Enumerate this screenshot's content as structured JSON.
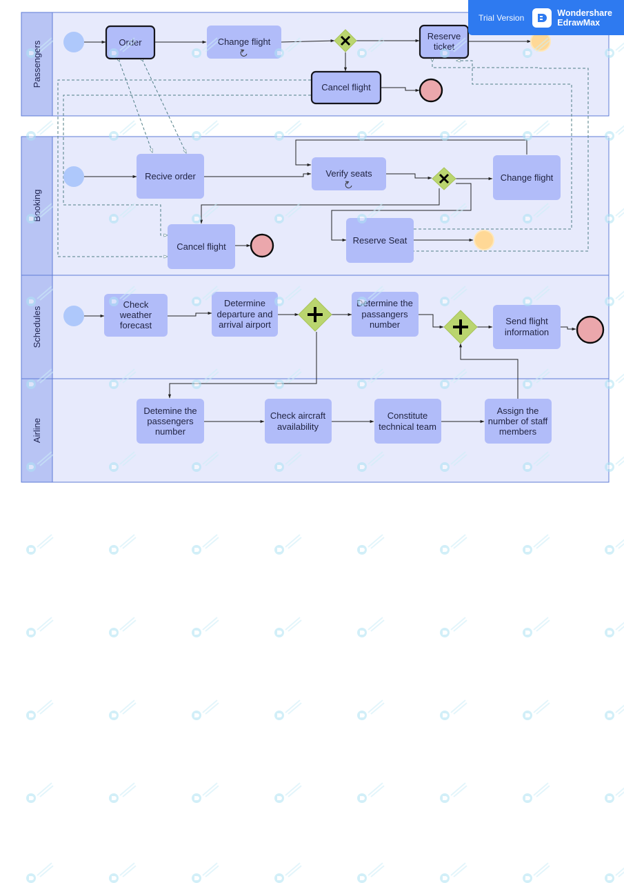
{
  "banner": {
    "trial_label": "Trial Version",
    "brand_name": "Wondershare",
    "brand_product": "EdrawMax",
    "accent": "#2e7af0"
  },
  "lanes": [
    "Passengers",
    "Booking",
    "Schedules",
    "Airline"
  ],
  "tasks": {
    "p_order": "Order",
    "p_change_flight": "Change flight",
    "p_reserve_ticket": [
      "Reserve",
      "ticket"
    ],
    "p_cancel_flight": "Cancel flight",
    "b_recive_order": "Recive order",
    "b_verify_seats": "Verify seats",
    "b_change_flight": "Change flight",
    "b_cancel_flight": "Cancel flight",
    "b_reserve_seat": "Reserve Seat",
    "s_check_weather": [
      "Check",
      "weather",
      "forecast"
    ],
    "s_determine_airports": [
      "Determine",
      "departure and",
      "arrival airport"
    ],
    "s_determine_passangers": [
      "Determine the",
      "passangers",
      "number"
    ],
    "s_send_flight_info": [
      "Send flight",
      "information"
    ],
    "a_detemine_passengers": [
      "Detemine the",
      "passengers",
      "number"
    ],
    "a_check_aircraft": [
      "Check aircraft",
      "availability"
    ],
    "a_constitute_team": [
      "Constitute",
      "technical team"
    ],
    "a_assign_staff": [
      "Assign the",
      "number of staff",
      "members"
    ]
  },
  "colors": {
    "lane_fill": "#e7eafc",
    "task_fill": "#b1bcf9",
    "start_event": "#aec8fb",
    "end_event": "#eba7ac",
    "intermediate_event": "#ffd896",
    "gateway": "#bad56f"
  },
  "icons": {
    "exclusive_gateway": "x-gateway-icon",
    "parallel_gateway": "plus-gateway-icon",
    "loop_marker": "loop-icon",
    "watermark": "edrawmax-watermark-icon"
  }
}
